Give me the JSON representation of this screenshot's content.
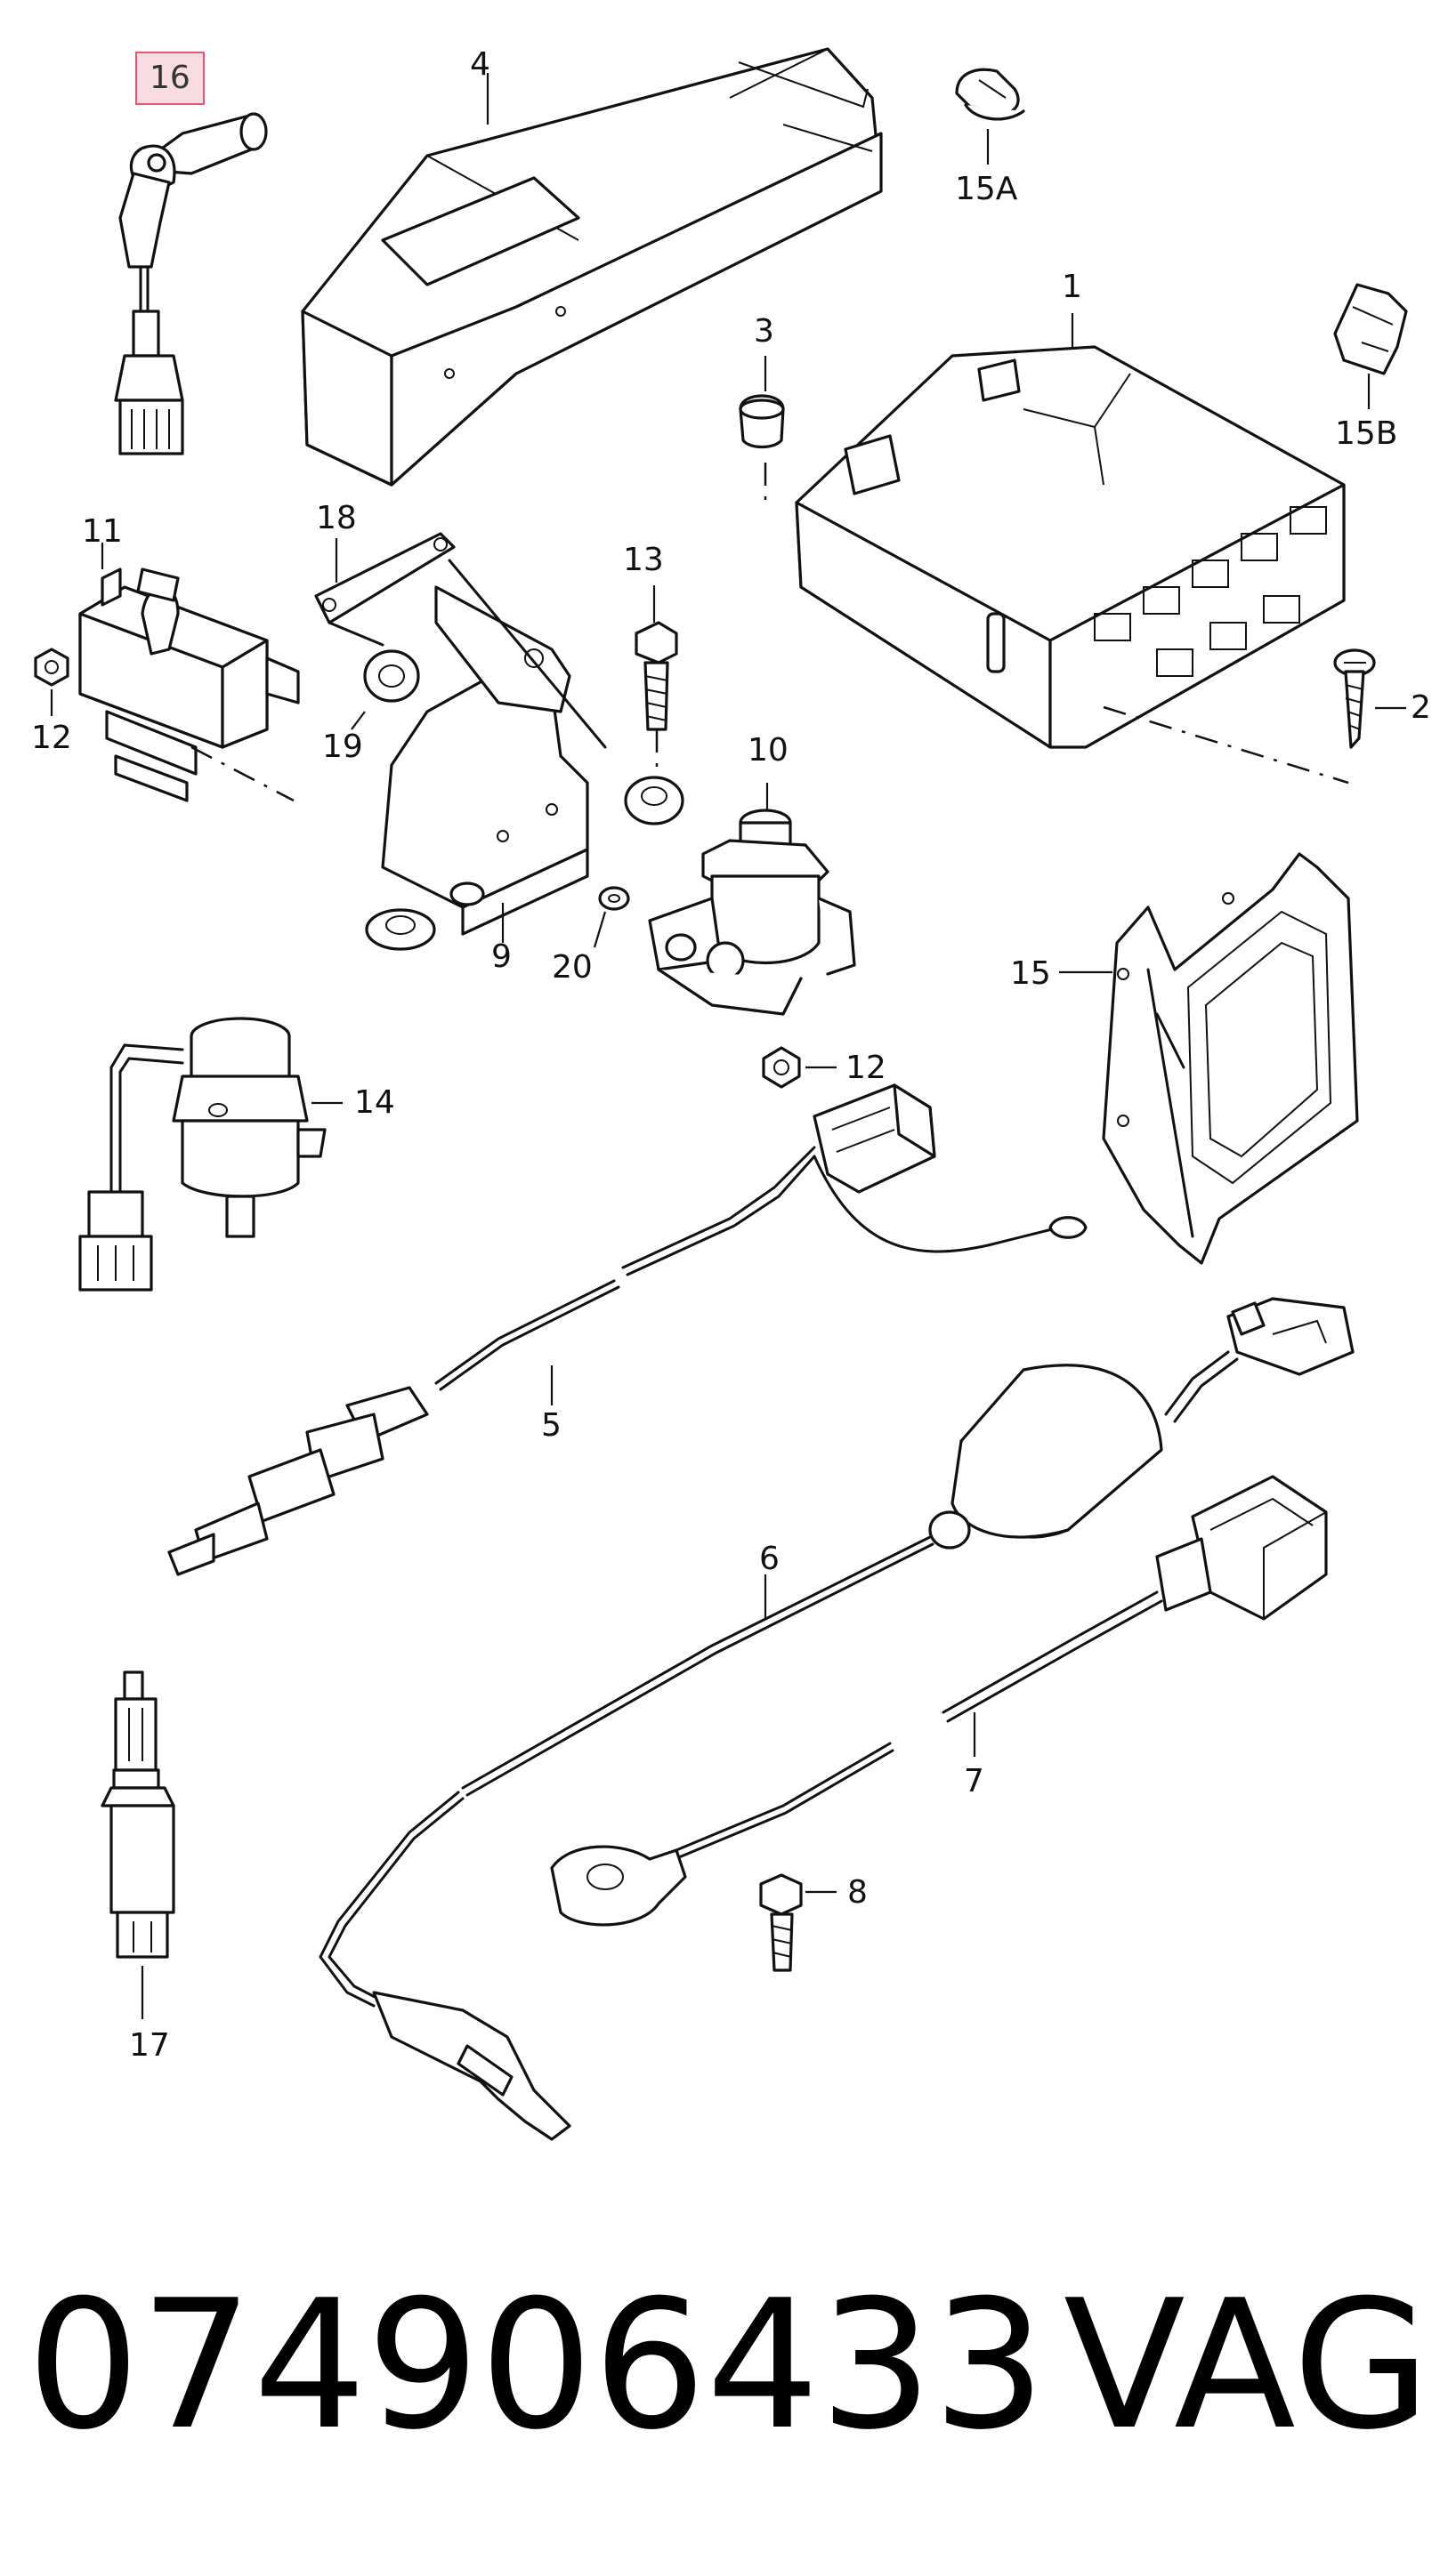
{
  "callouts": {
    "c16": "16",
    "c4": "4",
    "c15A": "15A",
    "c1": "1",
    "c3": "3",
    "c15B": "15B",
    "c11": "11",
    "c18": "18",
    "c13": "13",
    "c2": "2",
    "c12a": "12",
    "c19": "19",
    "c10": "10",
    "c9": "9",
    "c20": "20",
    "c12b": "12",
    "c15": "15",
    "c14": "14",
    "c5": "5",
    "c6": "6",
    "c7": "7",
    "c8": "8",
    "c17": "17"
  },
  "footer": {
    "part_number": "074906433",
    "brand": "VAG"
  }
}
